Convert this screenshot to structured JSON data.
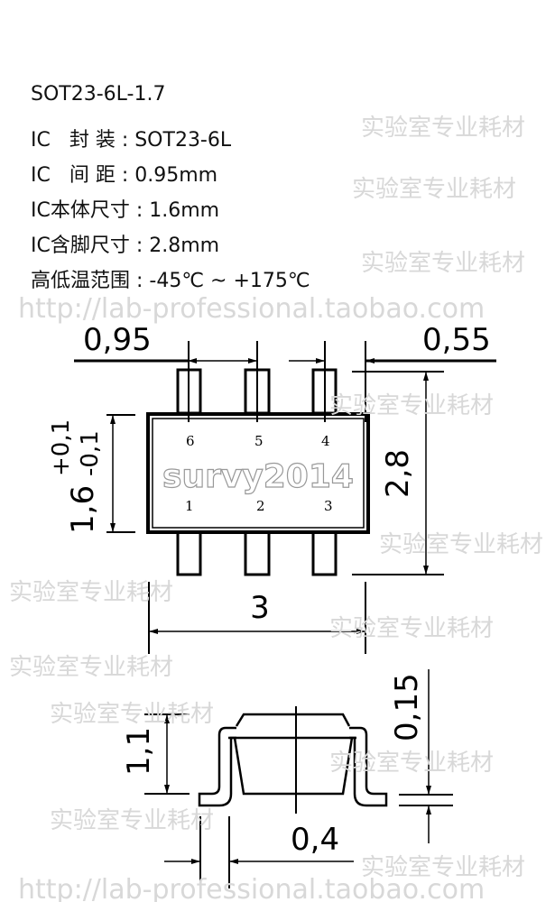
{
  "title": "SOT23-6L-1.7",
  "specs": [
    "IC   封 装 : SOT23-6L",
    "IC   间 距 : 0.95mm",
    "IC本体尺寸 : 1.6mm",
    "IC含脚尺寸 : 2.8mm",
    "高低温范围 : -45℃ ~ +175℃"
  ],
  "top_view": {
    "pitch": "0,95",
    "lead_width": "0,55",
    "body_width_main": "1,6",
    "body_width_tol_plus": "+0,1",
    "body_width_tol_minus": "-0,1",
    "overall_width": "2,8",
    "length": "3",
    "pins_top": [
      "6",
      "5",
      "4"
    ],
    "pins_bottom": [
      "1",
      "2",
      "3"
    ]
  },
  "side_view": {
    "height": "1,1",
    "lead_thickness": "0,15",
    "foot_length": "0,4"
  },
  "watermarks": {
    "cn": "实验室专业耗材",
    "url": "http://lab-professional.taobao.com",
    "user": "survy2014"
  }
}
